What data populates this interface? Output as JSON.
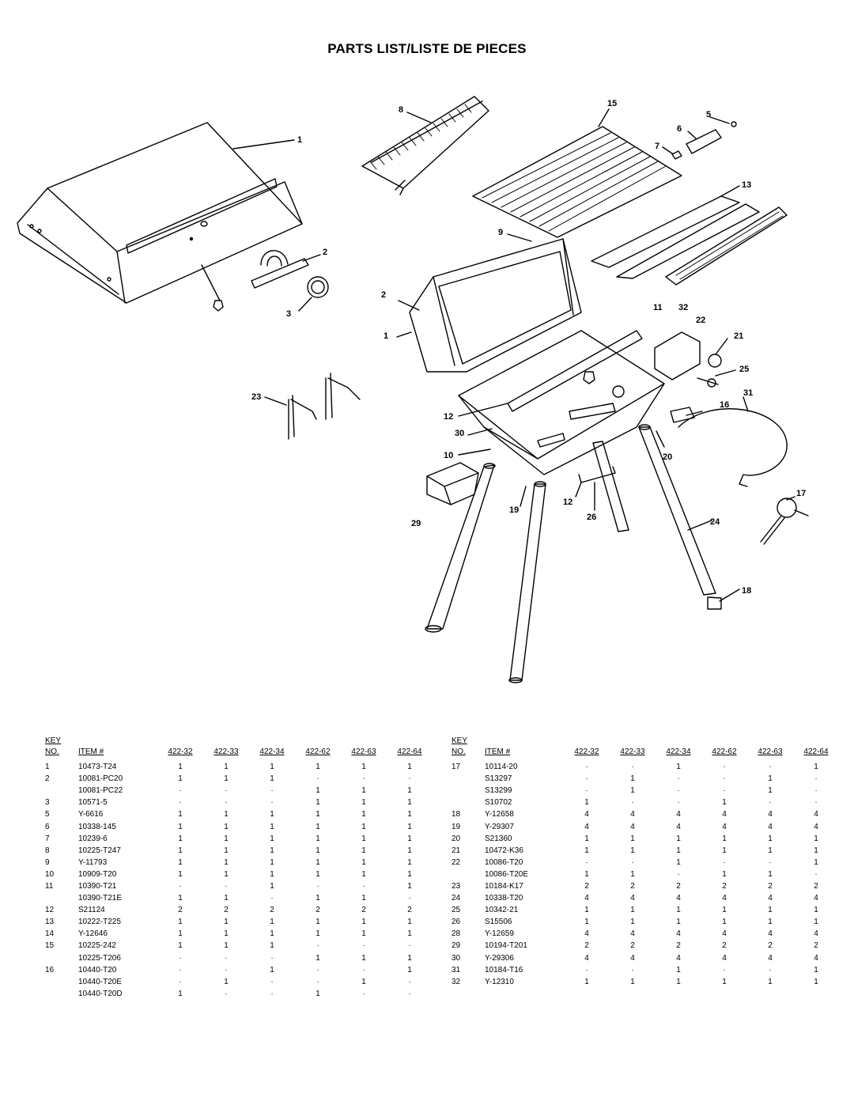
{
  "title": "PARTS LIST/LISTE DE PIECES",
  "callouts": [
    "1",
    "2",
    "3",
    "23",
    "8",
    "15",
    "5",
    "6",
    "7",
    "13",
    "9",
    "2",
    "1",
    "11",
    "32",
    "22",
    "21",
    "25",
    "31",
    "12",
    "30",
    "16",
    "20",
    "17",
    "10",
    "29",
    "19",
    "12",
    "26",
    "24",
    "18"
  ],
  "table": {
    "key_header": "KEY",
    "no_header": "NO.",
    "item_header": "ITEM #",
    "models": [
      "422-32",
      "422-33",
      "422-34",
      "422-62",
      "422-63",
      "422-64"
    ],
    "left_rows": [
      [
        "1",
        "10473-T24",
        "1",
        "1",
        "1",
        "1",
        "1",
        "1"
      ],
      [
        "2",
        "10081-PC20",
        "1",
        "1",
        "1",
        "·",
        "·",
        "·"
      ],
      [
        "",
        "10081-PC22",
        "·",
        "·",
        "·",
        "1",
        "1",
        "1"
      ],
      [
        "3",
        "10571-5",
        "·",
        "·",
        "·",
        "1",
        "1",
        "1"
      ],
      [
        "5",
        "Y-6616",
        "1",
        "1",
        "1",
        "1",
        "1",
        "1"
      ],
      [
        "6",
        "10338-145",
        "1",
        "1",
        "1",
        "1",
        "1",
        "1"
      ],
      [
        "7",
        "10239-6",
        "1",
        "1",
        "1",
        "1",
        "1",
        "1"
      ],
      [
        "8",
        "10225-T247",
        "1",
        "1",
        "1",
        "1",
        "1",
        "1"
      ],
      [
        "9",
        "Y-11793",
        "1",
        "1",
        "1",
        "1",
        "1",
        "1"
      ],
      [
        "10",
        "10909-T20",
        "1",
        "1",
        "1",
        "1",
        "1",
        "1"
      ],
      [
        "11",
        "10390-T21",
        "·",
        "·",
        "1",
        "·",
        "·",
        "1"
      ],
      [
        "",
        "10390-T21E",
        "1",
        "1",
        "·",
        "1",
        "1",
        "·"
      ],
      [
        "12",
        "S21124",
        "2",
        "2",
        "2",
        "2",
        "2",
        "2"
      ],
      [
        "13",
        "10222-T225",
        "1",
        "1",
        "1",
        "1",
        "1",
        "1"
      ],
      [
        "14",
        "Y-12646",
        "1",
        "1",
        "1",
        "1",
        "1",
        "1"
      ],
      [
        "15",
        "10225-242",
        "1",
        "1",
        "1",
        "·",
        "·",
        "·"
      ],
      [
        "",
        "10225-T206",
        "·",
        "·",
        "·",
        "1",
        "1",
        "1"
      ],
      [
        "16",
        "10440-T20",
        "·",
        "·",
        "1",
        "·",
        "·",
        "1"
      ],
      [
        "",
        "10440-T20E",
        "·",
        "1",
        "·",
        "·",
        "1",
        "·"
      ],
      [
        "",
        "10440-T20D",
        "1",
        "·",
        "·",
        "1",
        "·",
        "·"
      ]
    ],
    "right_rows": [
      [
        "17",
        "10114-20",
        "·",
        "·",
        "1",
        "·",
        "·",
        "1"
      ],
      [
        "",
        "S13297",
        "·",
        "1",
        "·",
        "·",
        "1",
        "·"
      ],
      [
        "",
        "S13299",
        "·",
        "1",
        "·",
        "·",
        "1",
        "·"
      ],
      [
        "",
        "S10702",
        "1",
        "·",
        "·",
        "1",
        "·",
        "·"
      ],
      [
        "18",
        "Y-12658",
        "4",
        "4",
        "4",
        "4",
        "4",
        "4"
      ],
      [
        "19",
        "Y-29307",
        "4",
        "4",
        "4",
        "4",
        "4",
        "4"
      ],
      [
        "20",
        "S21360",
        "1",
        "1",
        "1",
        "1",
        "1",
        "1"
      ],
      [
        "21",
        "10472-K36",
        "1",
        "1",
        "1",
        "1",
        "1",
        "1"
      ],
      [
        "22",
        "10086-T20",
        "·",
        "·",
        "1",
        "·",
        "·",
        "1"
      ],
      [
        "",
        "10086-T20E",
        "1",
        "1",
        "·",
        "1",
        "1",
        "·"
      ],
      [
        "23",
        "10184-K17",
        "2",
        "2",
        "2",
        "2",
        "2",
        "2"
      ],
      [
        "24",
        "10338-T20",
        "4",
        "4",
        "4",
        "4",
        "4",
        "4"
      ],
      [
        "25",
        "10342-21",
        "1",
        "1",
        "1",
        "1",
        "1",
        "1"
      ],
      [
        "26",
        "S15506",
        "1",
        "1",
        "1",
        "1",
        "1",
        "1"
      ],
      [
        "28",
        "Y-12659",
        "4",
        "4",
        "4",
        "4",
        "4",
        "4"
      ],
      [
        "29",
        "10194-T201",
        "2",
        "2",
        "2",
        "2",
        "2",
        "2"
      ],
      [
        "30",
        "Y-29306",
        "4",
        "4",
        "4",
        "4",
        "4",
        "4"
      ],
      [
        "31",
        "10184-T16",
        "·",
        "·",
        "1",
        "·",
        "·",
        "1"
      ],
      [
        "32",
        "Y-12310",
        "1",
        "1",
        "1",
        "1",
        "1",
        "1"
      ]
    ]
  }
}
